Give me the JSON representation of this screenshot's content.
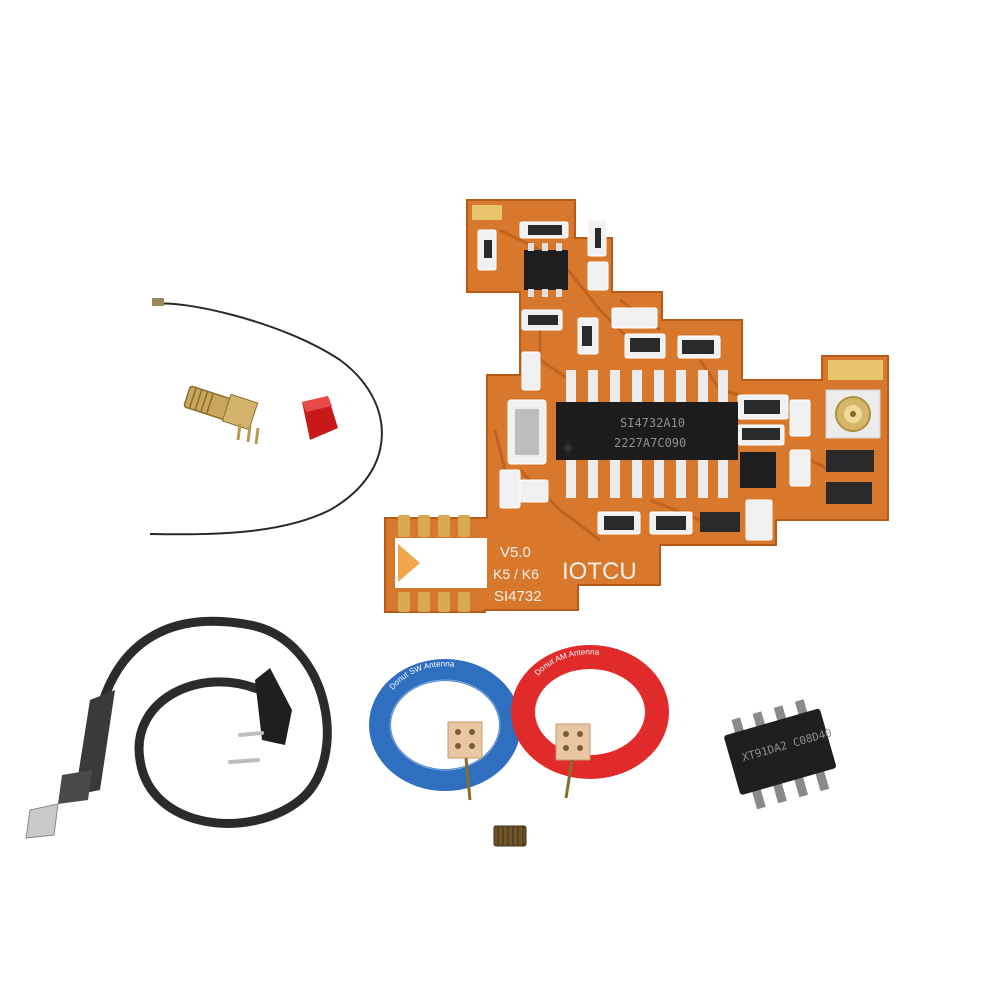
{
  "pcb": {
    "version": "V5.0",
    "model": "K5 / K6",
    "brand": "IOTCU",
    "chip_model": "SI4732",
    "ic_line1": "SI4732A10",
    "ic_line2": "2227A7C090"
  },
  "antennas": {
    "sw_label": "Donut SW Antenna",
    "am_label": "Donut AM Antenna"
  },
  "soic_chip": {
    "marking": "XT91DA2 C08D40"
  },
  "colors": {
    "pcb_orange": "#d8782c",
    "pcb_trace": "#b95e1e",
    "sw_blue": "#2f6fbf",
    "am_red": "#e12a2a",
    "cable_black": "#2b2b2b"
  }
}
